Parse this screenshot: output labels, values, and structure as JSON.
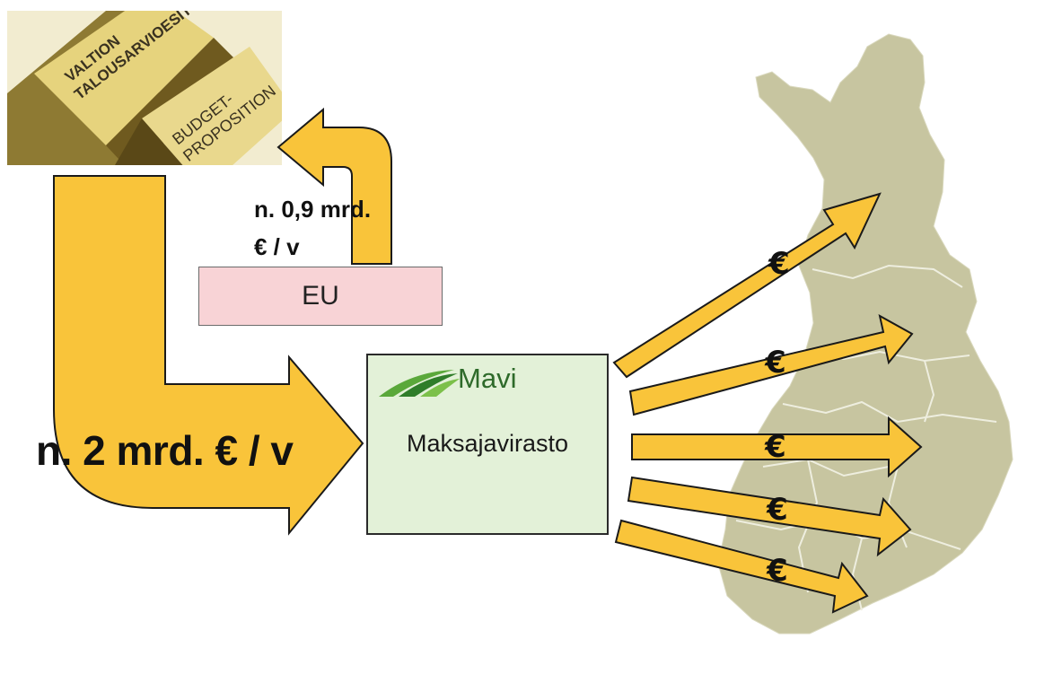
{
  "budget_photo": {
    "book_front_lines": [
      "VALTION",
      "TALOUSARVIOESITYS"
    ],
    "book_back_lines": [
      "BUDGET-",
      "PROPOSITION"
    ]
  },
  "eu_box": {
    "label": "EU"
  },
  "eu_flow": {
    "line1": "n. 0,9 mrd.",
    "line2": "€ / v"
  },
  "main_flow": {
    "label": "n. 2 mrd. € / v"
  },
  "mavi": {
    "logo_text": "Mavi",
    "name": "Maksajavirasto"
  },
  "region_arrows": {
    "symbol": "€",
    "count": 5
  },
  "colors": {
    "arrow_fill": "#f9c43a",
    "arrow_stroke": "#1a1a1a",
    "eu_fill": "#f8d3d6",
    "mavi_fill": "#e3f1d8",
    "map_fill": "#c7c5a0",
    "map_border": "#ffffff",
    "book_fill": "#e2cc72"
  }
}
